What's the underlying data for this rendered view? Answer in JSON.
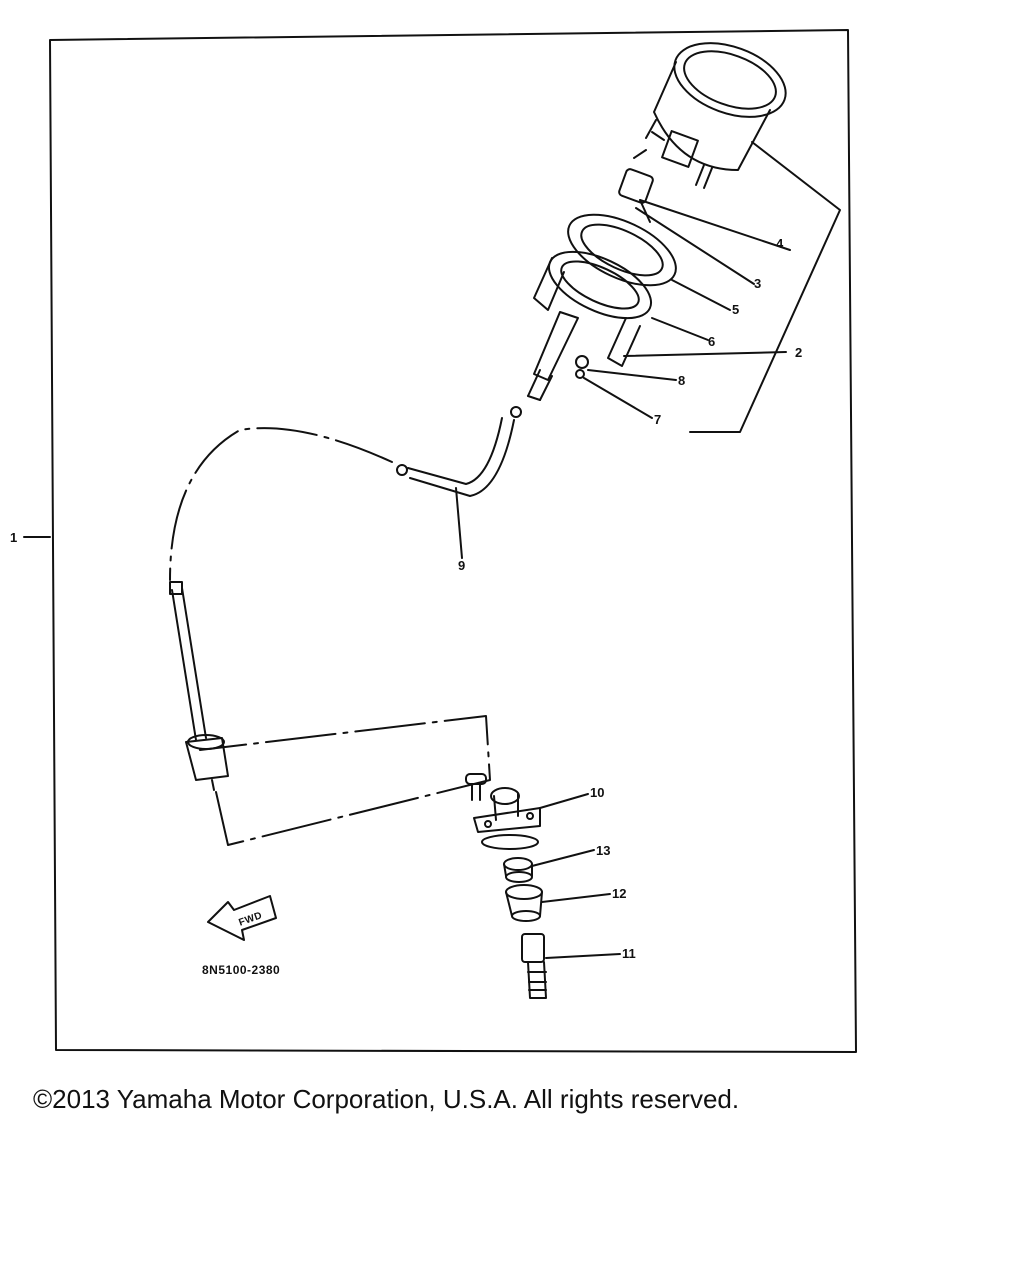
{
  "diagram": {
    "callouts": {
      "c1": "1",
      "c2": "2",
      "c3": "3",
      "c4": "4",
      "c5": "5",
      "c6": "6",
      "c7": "7",
      "c8": "8",
      "c9": "9",
      "c10": "10",
      "c11": "11",
      "c12": "12",
      "c13": "13"
    },
    "drawing_code": "8N5100-2380",
    "fwd_label": "FWD"
  },
  "footer": {
    "copyright": "©2013 Yamaha Motor Corporation, U.S.A. All rights reserved."
  },
  "colors": {
    "ink": "#111111",
    "background": "#ffffff"
  }
}
